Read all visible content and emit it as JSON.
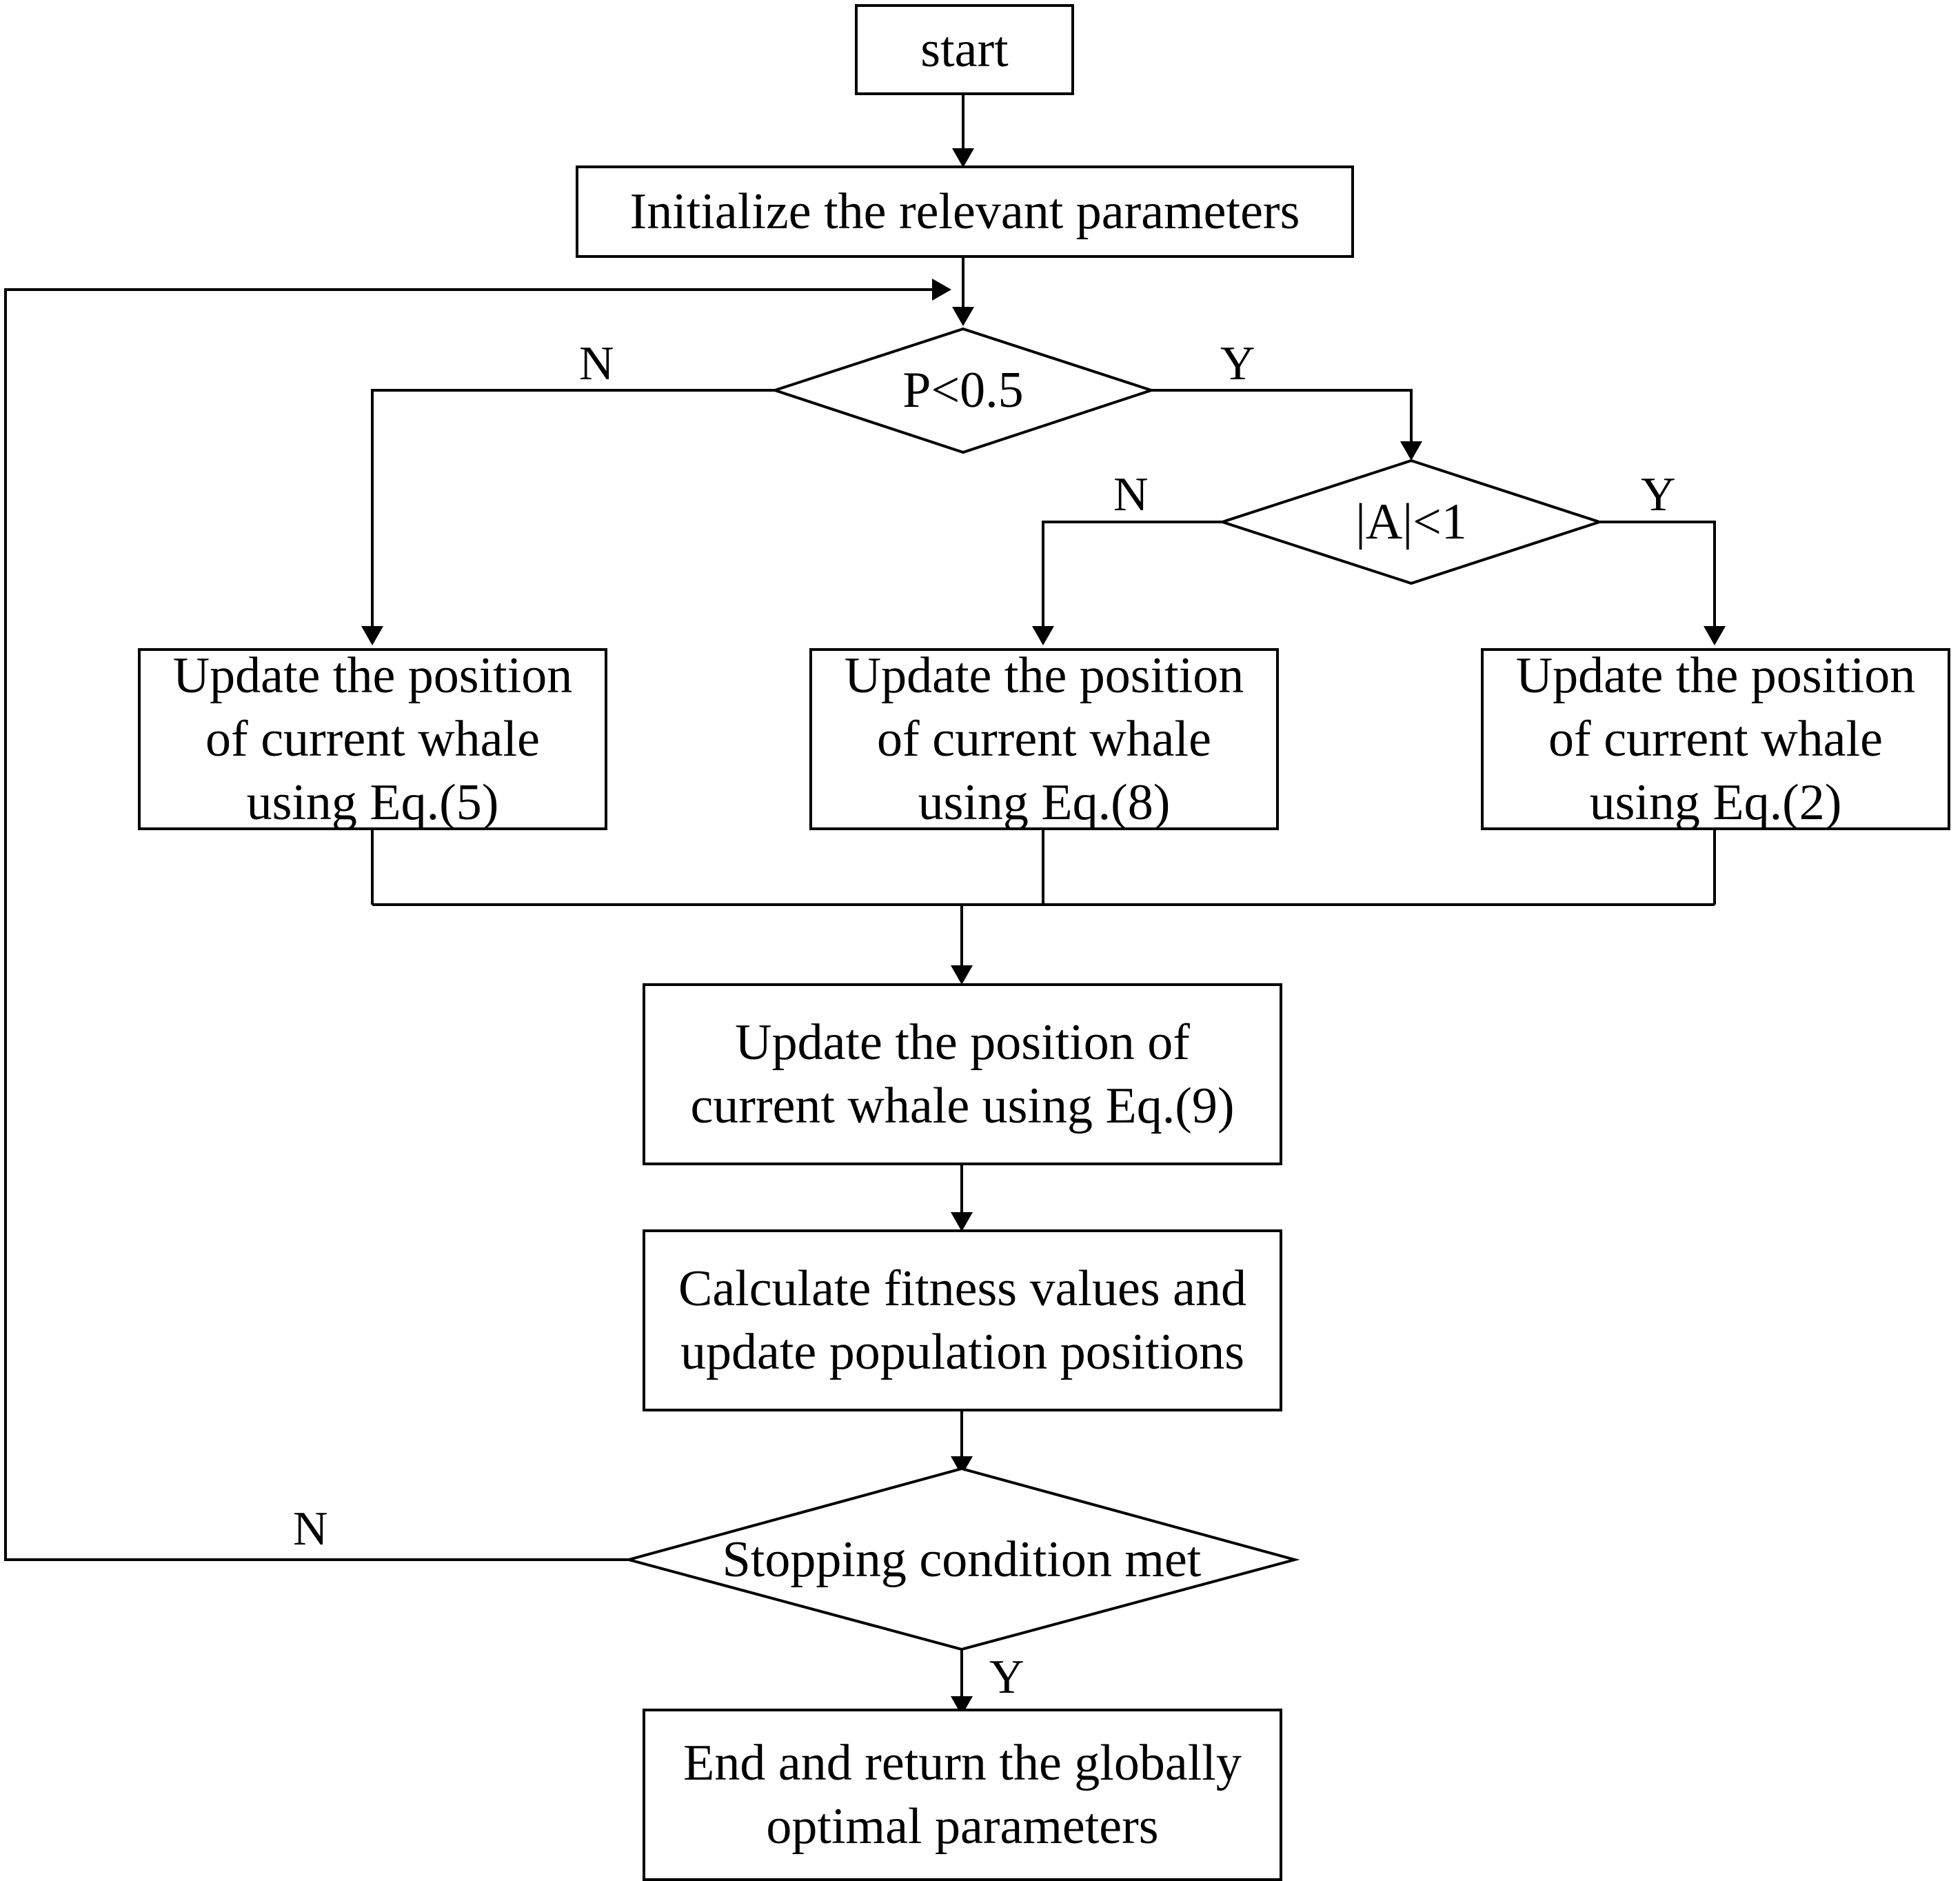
{
  "flowchart": {
    "start": "start",
    "init": "Initialize the relevant parameters",
    "decision_p": "P<0.5",
    "decision_a": "|A|<1",
    "update_eq5": [
      "Update the position",
      "of current whale",
      "using Eq.(5)"
    ],
    "update_eq8": [
      "Update the position",
      "of current whale",
      "using Eq.(8)"
    ],
    "update_eq2": [
      "Update the position",
      "of current whale",
      "using Eq.(2)"
    ],
    "update_eq9": [
      "Update the position of",
      "current whale using Eq.(9)"
    ],
    "fitness": [
      "Calculate fitness values and",
      "update population positions"
    ],
    "decision_stop": "Stopping condition met",
    "end": [
      "End and return the globally",
      "optimal parameters"
    ],
    "labels": {
      "p_no": "N",
      "p_yes": "Y",
      "a_no": "N",
      "a_yes": "Y",
      "stop_no": "N",
      "stop_yes": "Y"
    }
  }
}
